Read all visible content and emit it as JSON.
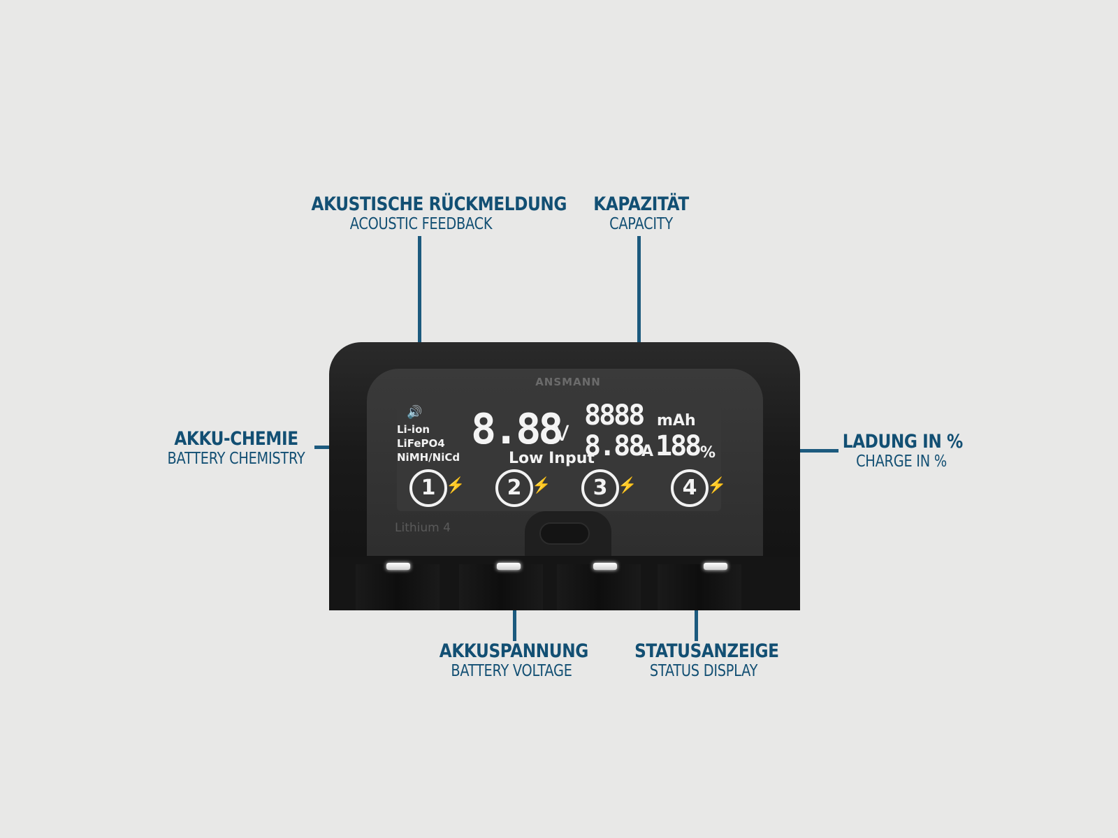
{
  "callouts": {
    "acoustic": {
      "de": "AKUSTISCHE RÜCKMELDUNG",
      "en": "ACOUSTIC FEEDBACK"
    },
    "capacity": {
      "de": "KAPAZITÄT",
      "en": "CAPACITY"
    },
    "chemistry": {
      "de": "AKKU-CHEMIE",
      "en": "BATTERY CHEMISTRY"
    },
    "charge": {
      "de": "LADUNG IN %",
      "en": "CHARGE IN %"
    },
    "voltage": {
      "de": "AKKUSPANNUNG",
      "en": "BATTERY VOLTAGE"
    },
    "status": {
      "de": "STATUSANZEIGE",
      "en": "STATUS DISPLAY"
    }
  },
  "device": {
    "brand": "ANSMANN",
    "model": "Lithium 4",
    "lcd": {
      "chemistry": [
        "Li-ion",
        "LiFePO4",
        "NiMH/NiCd"
      ],
      "voltage_digits": "8.88",
      "voltage_unit": "V",
      "capacity_digits": "8888",
      "capacity_unit": "mAh",
      "current_digits": "8.88",
      "current_unit": "A",
      "percent_digits": "188",
      "percent_unit": "%",
      "low_input": "Low Input",
      "slots": [
        "1",
        "2",
        "3",
        "4"
      ]
    }
  },
  "colors": {
    "callout": "#124f73",
    "background": "#e8e8e7",
    "device": "#1a1a1a"
  },
  "icons": {
    "speaker": "speaker-icon",
    "bolt": "lightning-bolt-icon"
  }
}
